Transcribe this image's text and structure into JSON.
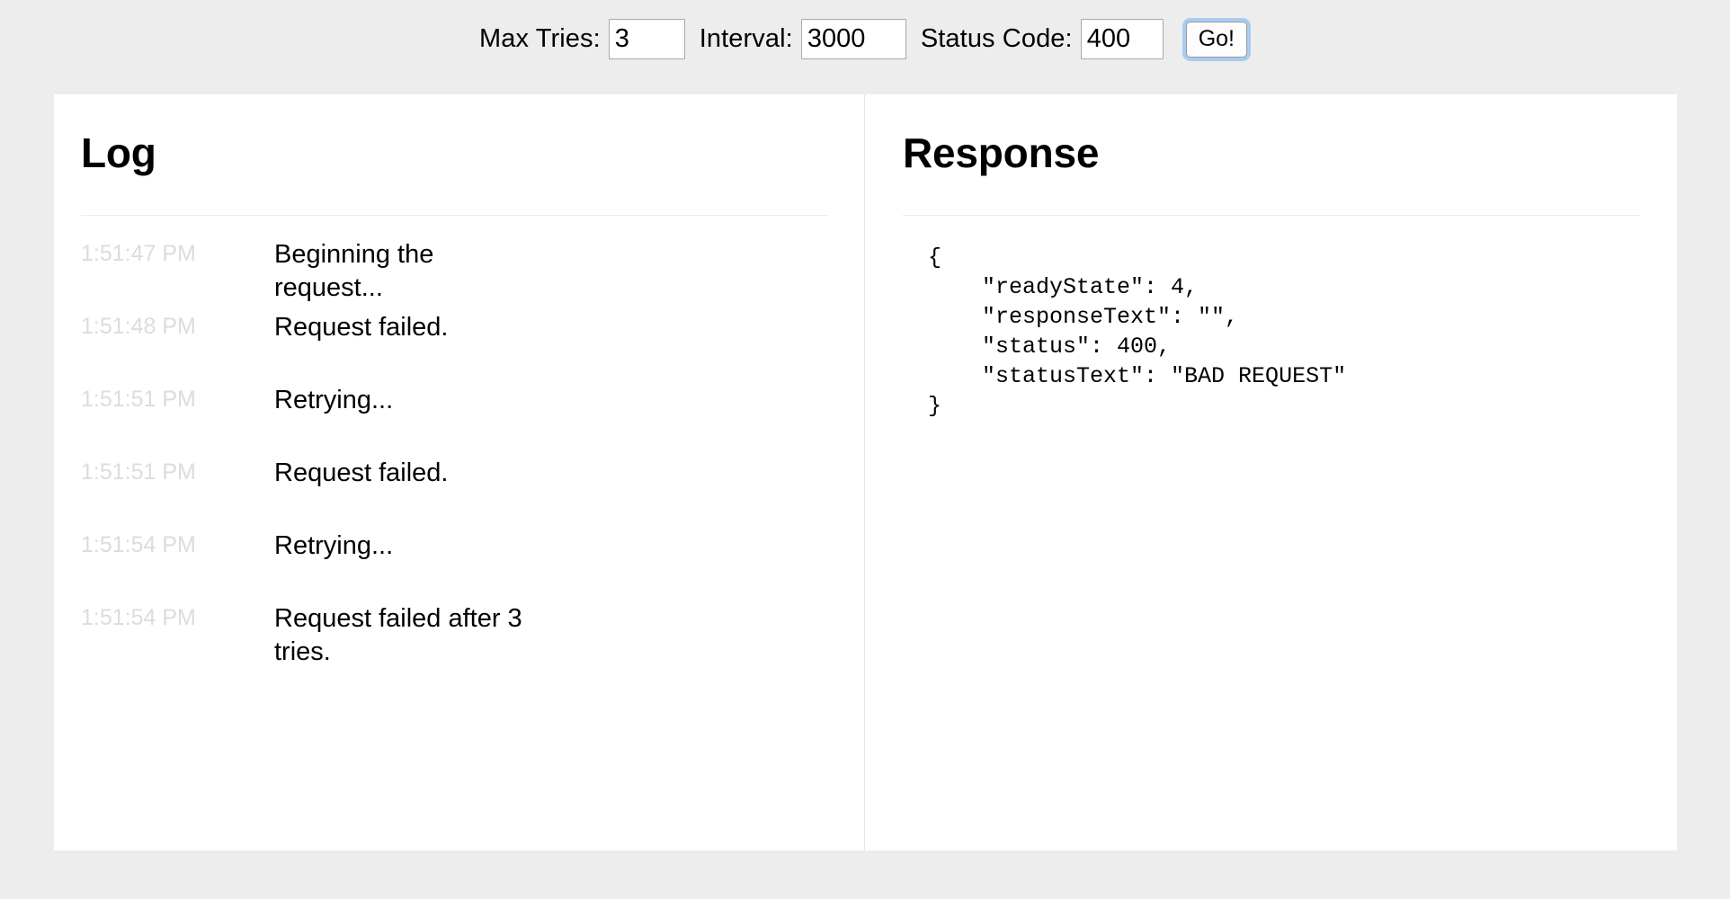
{
  "toolbar": {
    "max_tries_label": "Max Tries:",
    "max_tries_value": "3",
    "interval_label": "Interval:",
    "interval_value": "3000",
    "status_code_label": "Status Code:",
    "status_code_value": "400",
    "go_label": "Go!",
    "focus_ring_color": "#a8cbf0"
  },
  "log_panel": {
    "title": "Log",
    "entries": [
      {
        "time": "1:51:47 PM",
        "message": "Beginning the request..."
      },
      {
        "time": "1:51:48 PM",
        "message": "Request failed."
      },
      {
        "time": "1:51:51 PM",
        "message": "Retrying..."
      },
      {
        "time": "1:51:51 PM",
        "message": "Request failed."
      },
      {
        "time": "1:51:54 PM",
        "message": "Retrying..."
      },
      {
        "time": "1:51:54 PM",
        "message": "Request failed after 3 tries."
      }
    ]
  },
  "response_panel": {
    "title": "Response",
    "body": "{\n    \"readyState\": 4,\n    \"responseText\": \"\",\n    \"status\": 400,\n    \"statusText\": \"BAD REQUEST\"\n}",
    "fields": {
      "readyState": 4,
      "responseText": "",
      "status": 400,
      "statusText": "BAD REQUEST"
    }
  },
  "colors": {
    "page_background": "#ededed",
    "card_background": "#ffffff",
    "rule": "#ececec",
    "timestamp_text": "#dcdcdc",
    "body_text": "#000000"
  }
}
